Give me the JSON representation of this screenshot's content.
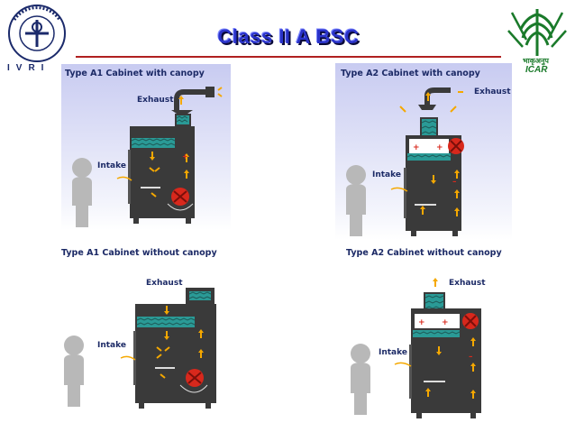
{
  "title": "Class II A BSC",
  "logos": {
    "left_text": "IVRI",
    "right_text": "ICAR"
  },
  "panels": {
    "a1_canopy": {
      "caption": "Type A1 Cabinet with canopy",
      "exhaust": "Exhaust",
      "intake": "Intake"
    },
    "a2_canopy": {
      "caption": "Type A2 Cabinet with canopy",
      "exhaust": "Exhaust",
      "intake": "Intake"
    },
    "a1_no_canopy": {
      "caption": "Type A1 Cabinet without canopy",
      "exhaust": "Exhaust",
      "intake": "Intake"
    },
    "a2_no_canopy": {
      "caption": "Type A2 Cabinet without canopy",
      "exhaust": "Exhaust",
      "intake": "Intake"
    }
  },
  "colors": {
    "title": "#2a33c9",
    "cabinet": "#3a3a3a",
    "filter": "#2a9a96",
    "arrow": "#f5a800",
    "fan": "#d8281c",
    "person": "#b8b8b8",
    "text": "#1c2a66",
    "rule": "#b02020"
  }
}
